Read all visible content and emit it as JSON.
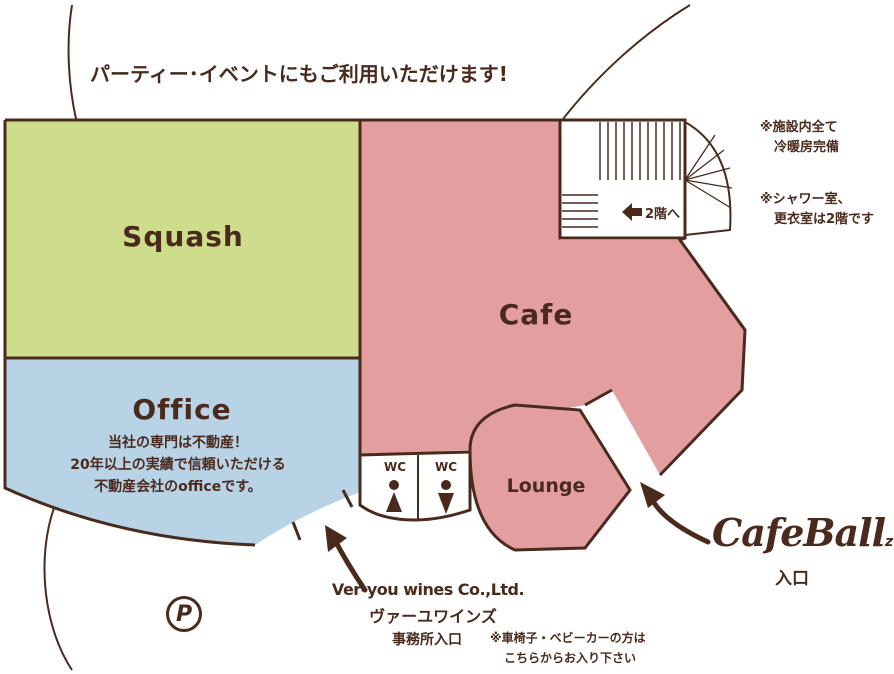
{
  "headline": "パーティー･イベントにもご利用いただけます!",
  "rooms": {
    "squash": {
      "label": "Squash"
    },
    "cafe": {
      "label": "Cafe"
    },
    "office": {
      "label": "Office",
      "lines": [
        "当社の専門は不動産！",
        "20年以上の実績で信頼いただける",
        "不動産会社のofficeです。"
      ]
    },
    "lounge": {
      "label": "Lounge"
    },
    "wc_male": {
      "label": "WC"
    },
    "wc_female": {
      "label": "WC"
    }
  },
  "stairs": {
    "label": "2階へ",
    "icon": "arrow-left-icon"
  },
  "notes": {
    "aircon": [
      "※施設内全て",
      "冷暖房完備"
    ],
    "shower": [
      "※シャワー室、",
      "更衣室は2階です"
    ]
  },
  "entrances": {
    "cafe": {
      "brand": "CafeBall",
      "suffix": "z",
      "label": "入口"
    },
    "office": {
      "company_en": "Ver-you wines Co.,Ltd.",
      "company_jp": "ヴァーユワインズ",
      "label": "事務所入口",
      "note": [
        "※車椅子・ベビーカーの方は",
        "こちらからお入り下さい"
      ]
    }
  },
  "parking": {
    "label": "P"
  },
  "colors": {
    "squash": "#cedd8c",
    "cafe": "#e39ea0",
    "office": "#b8d2e6",
    "outline": "#4a2a1c"
  }
}
